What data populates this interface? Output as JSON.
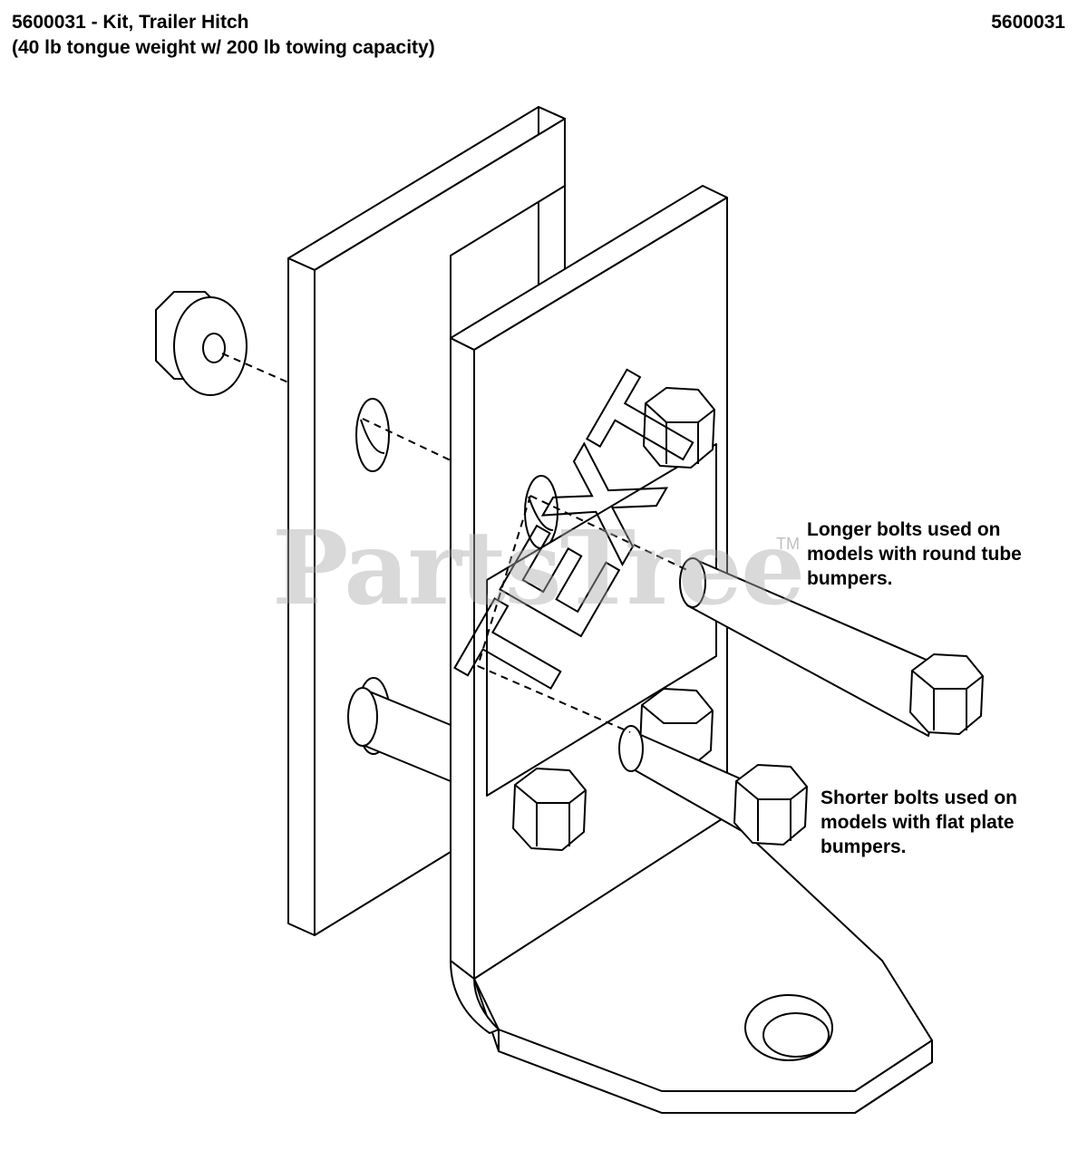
{
  "header": {
    "title_line1": "5600031 - Kit, Trailer Hitch",
    "title_line2": "(40 lb tongue weight w/ 200 lb towing capacity)",
    "part_number": "5600031"
  },
  "callouts": {
    "longer": [
      "Longer bolts used on",
      "models with round tube",
      "bumpers."
    ],
    "shorter": [
      "Shorter bolts used on",
      "models with flat plate",
      "bumpers."
    ]
  },
  "decal_text": "TEXT",
  "watermark": {
    "text": "PartsTree",
    "mark": "TM"
  },
  "colors": {
    "line": "#000000",
    "background": "#ffffff",
    "watermark": "#aaaaaa"
  }
}
